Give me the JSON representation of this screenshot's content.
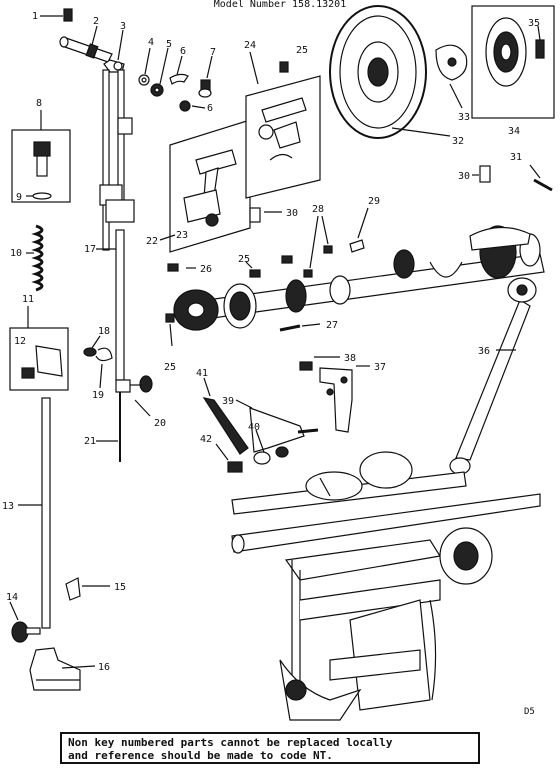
{
  "header": {
    "model_label": "Model Number 158.13201"
  },
  "footer": {
    "note_line1": "Non key numbered parts cannot be replaced locally",
    "note_line2": "and reference should be made to code NT.",
    "page_code": "D5"
  },
  "callouts": {
    "c1": "1",
    "c2": "2",
    "c3": "3",
    "c4": "4",
    "c5": "5",
    "c6": "6",
    "c6b": "6",
    "c7": "7",
    "c8": "8",
    "c9": "9",
    "c10": "10",
    "c11": "11",
    "c12": "12",
    "c13": "13",
    "c14": "14",
    "c15": "15",
    "c16": "16",
    "c17": "17",
    "c18": "18",
    "c19": "19",
    "c20": "20",
    "c21": "21",
    "c22": "22",
    "c23": "23",
    "c24": "24",
    "c25a": "25",
    "c25b": "25",
    "c25c": "25",
    "c26": "26",
    "c27": "27",
    "c28": "28",
    "c29": "29",
    "c30a": "30",
    "c30b": "30",
    "c31": "31",
    "c32": "32",
    "c33": "33",
    "c34": "34",
    "c35": "35",
    "c36": "36",
    "c37": "37",
    "c38": "38",
    "c39": "39",
    "c40": "40",
    "c41": "41",
    "c42": "42"
  }
}
